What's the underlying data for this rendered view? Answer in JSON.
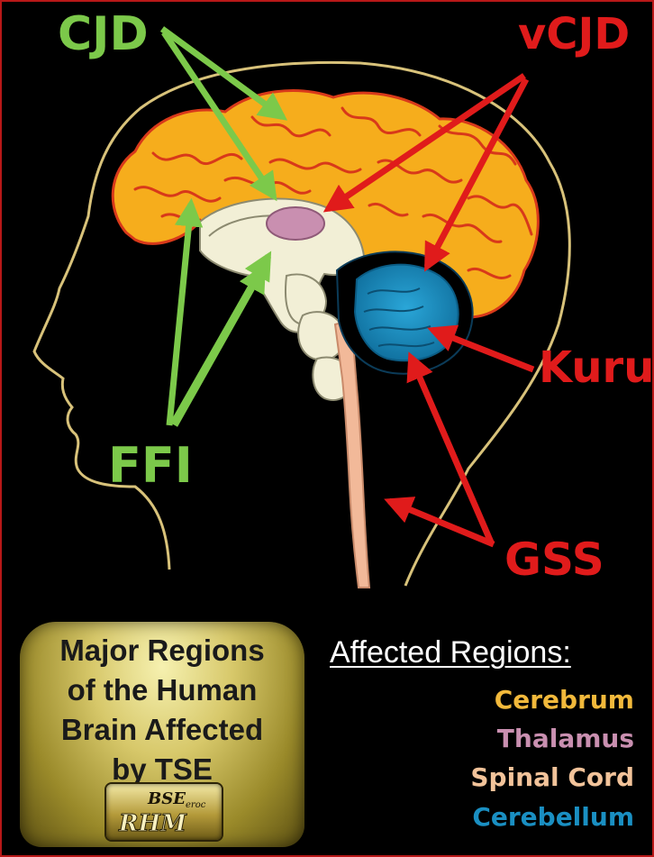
{
  "disease_labels": {
    "cjd": "CJD",
    "vcjd": "vCJD",
    "ffi": "FFI",
    "kuru": "Kuru",
    "gss": "GSS"
  },
  "title_box": {
    "lines": [
      "Major Regions",
      "of the Human",
      "Brain Affected",
      "by TSE"
    ],
    "logo_text_top": "BSE",
    "logo_text_sub": "eroc",
    "logo_text_main": "RHM"
  },
  "legend": {
    "heading": "Affected Regions:",
    "items": [
      {
        "label": "Cerebrum",
        "color": "#f2b93b"
      },
      {
        "label": "Thalamus",
        "color": "#c98fb0"
      },
      {
        "label": "Spinal Cord",
        "color": "#f2c39a"
      },
      {
        "label": "Cerebellum",
        "color": "#1a8fc2"
      }
    ]
  },
  "colors": {
    "background": "#000000",
    "frame": "#b81818",
    "green_arrow": "#7cc94a",
    "red_arrow": "#e01b1b",
    "cerebrum": "#f6ad1c",
    "cerebrum_sulci": "#d8391a",
    "thalamus": "#c98fb0",
    "brainstem": "#f2efd6",
    "spinal_cord": "#f2b999",
    "cerebellum": "#1a8fc2",
    "head_outline": "#d8c27a"
  }
}
